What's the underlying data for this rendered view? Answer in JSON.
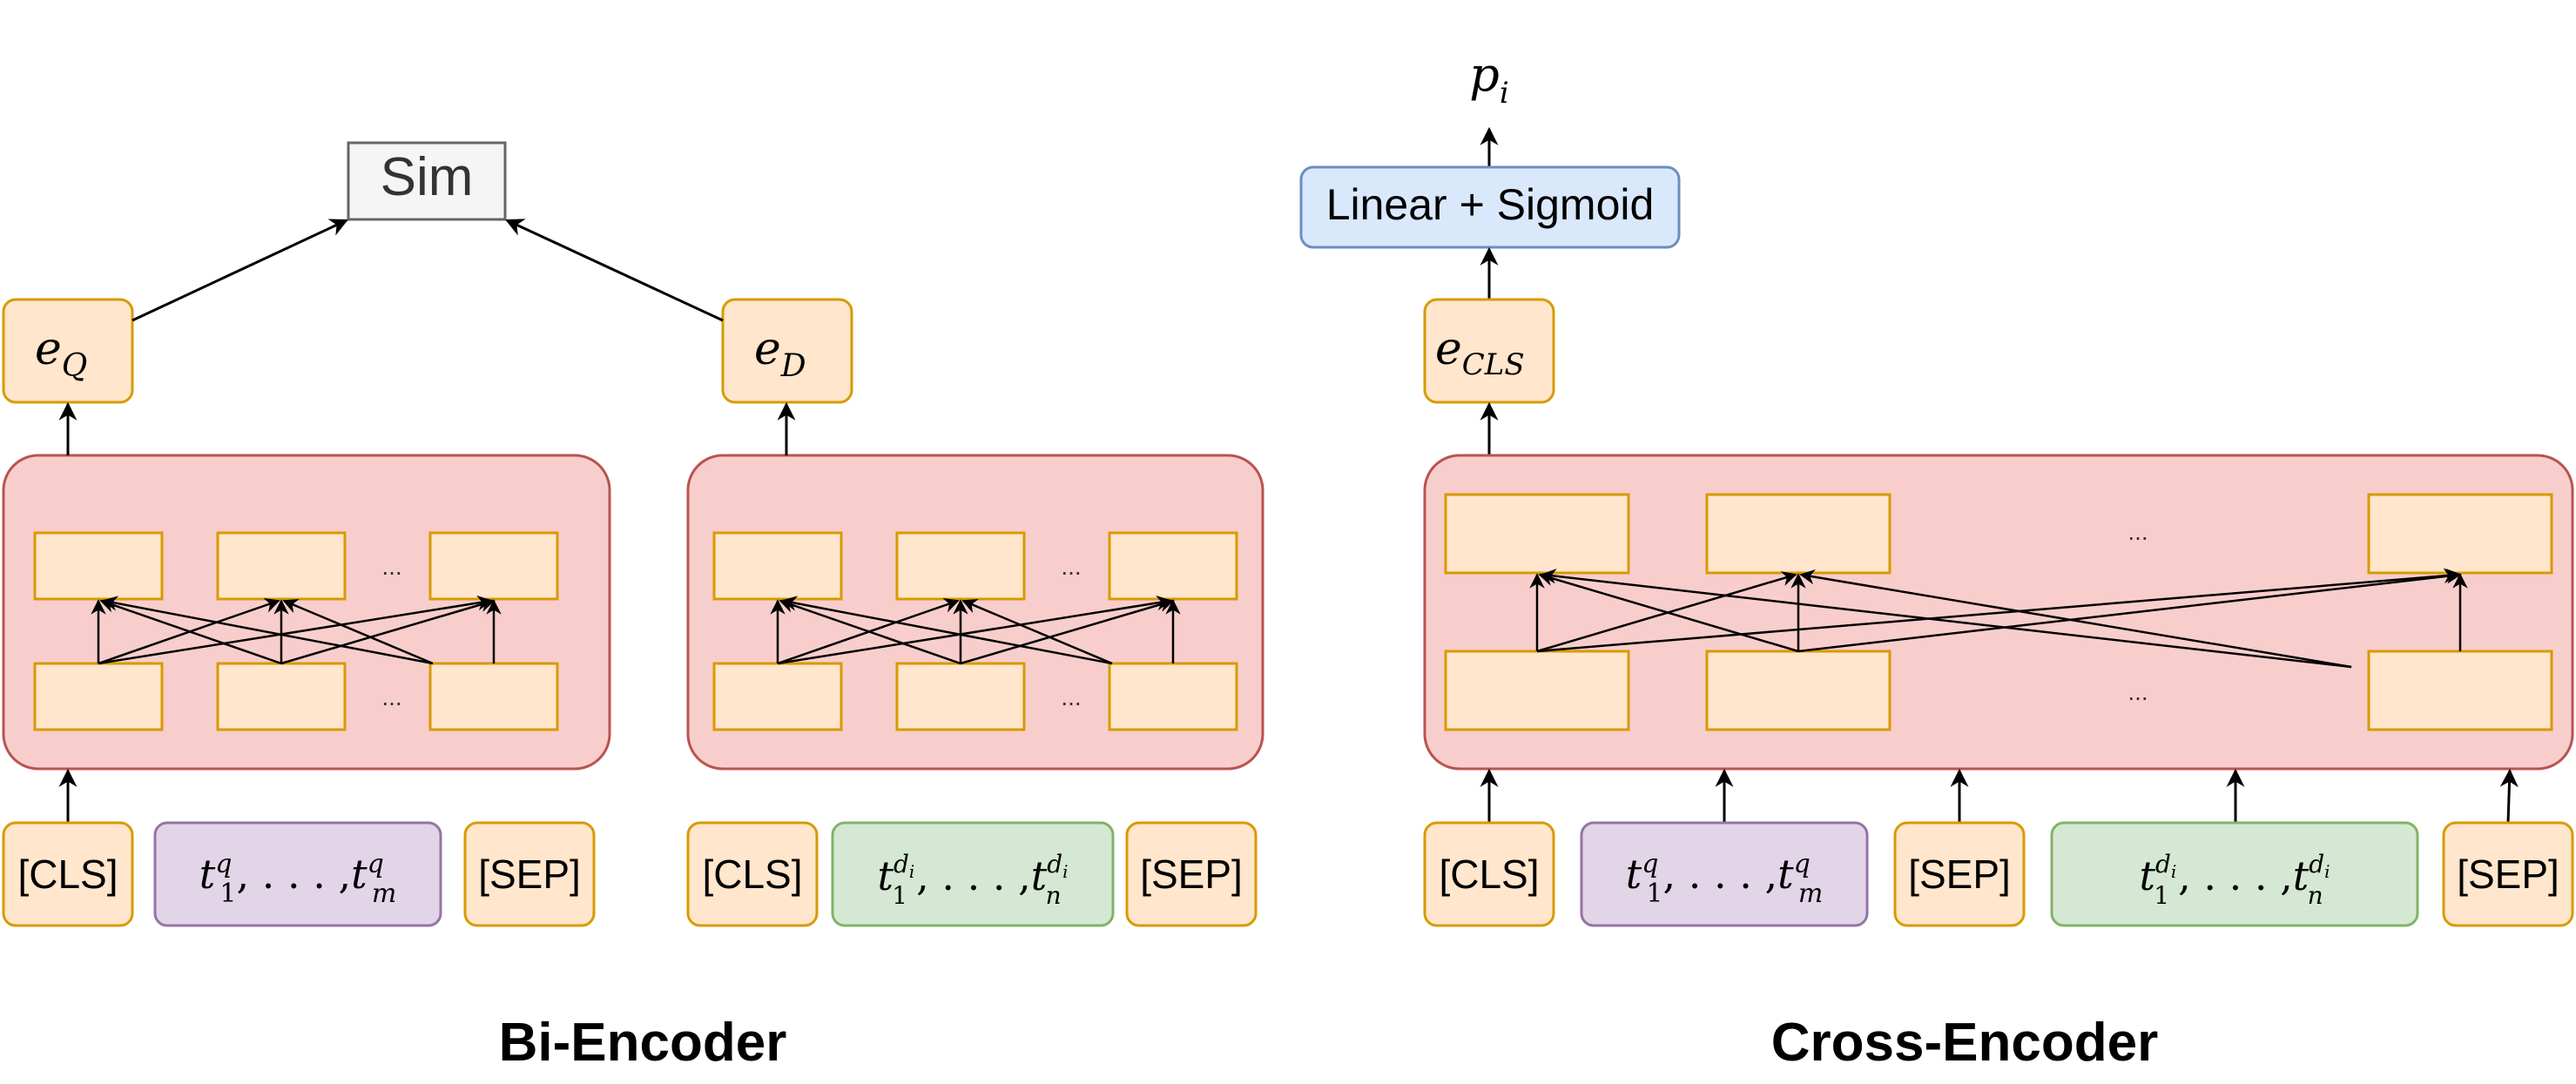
{
  "bi_encoder": {
    "title": "Bi-Encoder",
    "sim_label": "Sim",
    "eq": {
      "base": "e",
      "sub": "Q"
    },
    "ed": {
      "base": "e",
      "sub": "D"
    },
    "ellipsis": "...",
    "query_input": {
      "cls": "[CLS]",
      "sep": "[SEP]",
      "t1": {
        "base": "t",
        "sup": "q",
        "sub": "1"
      },
      "dots": ", . . . ,",
      "tm": {
        "base": "t",
        "sup": "q",
        "sub": "m"
      }
    },
    "doc_input": {
      "cls": "[CLS]",
      "sep": "[SEP]",
      "t1": {
        "base": "t",
        "sup": "d",
        "sup_sub": "i",
        "sub": "1"
      },
      "dots": ", . . . ,",
      "tn": {
        "base": "t",
        "sup": "d",
        "sup_sub": "i",
        "sub": "n"
      }
    }
  },
  "cross_encoder": {
    "title": "Cross-Encoder",
    "output": {
      "base": "p",
      "sub": "i"
    },
    "head_label": "Linear + Sigmoid",
    "ecls": {
      "base": "e",
      "sub": "CLS"
    },
    "ellipsis": "...",
    "input": {
      "cls": "[CLS]",
      "sep1": "[SEP]",
      "sep2": "[SEP]",
      "q_t1": {
        "base": "t",
        "sup": "q",
        "sub": "1"
      },
      "q_dots": ", . . . ,",
      "q_tm": {
        "base": "t",
        "sup": "q",
        "sub": "m"
      },
      "d_t1": {
        "base": "t",
        "sup": "d",
        "sup_sub": "i",
        "sub": "1"
      },
      "d_dots": ", . . . ,",
      "d_tn": {
        "base": "t",
        "sup": "d",
        "sup_sub": "i",
        "sub": "n"
      }
    }
  },
  "colors": {
    "token_fill": "#ffe6cc",
    "token_stroke": "#d79b00",
    "encoder_fill": "#f8cecc",
    "encoder_stroke": "#b85450",
    "query_fill": "#e1d5e7",
    "query_stroke": "#9673a6",
    "doc_fill": "#d5e8d4",
    "doc_stroke": "#82b366",
    "head_fill": "#dae8fc",
    "head_stroke": "#6c8ebf",
    "sim_fill": "#f5f5f5",
    "sim_stroke": "#666666"
  }
}
